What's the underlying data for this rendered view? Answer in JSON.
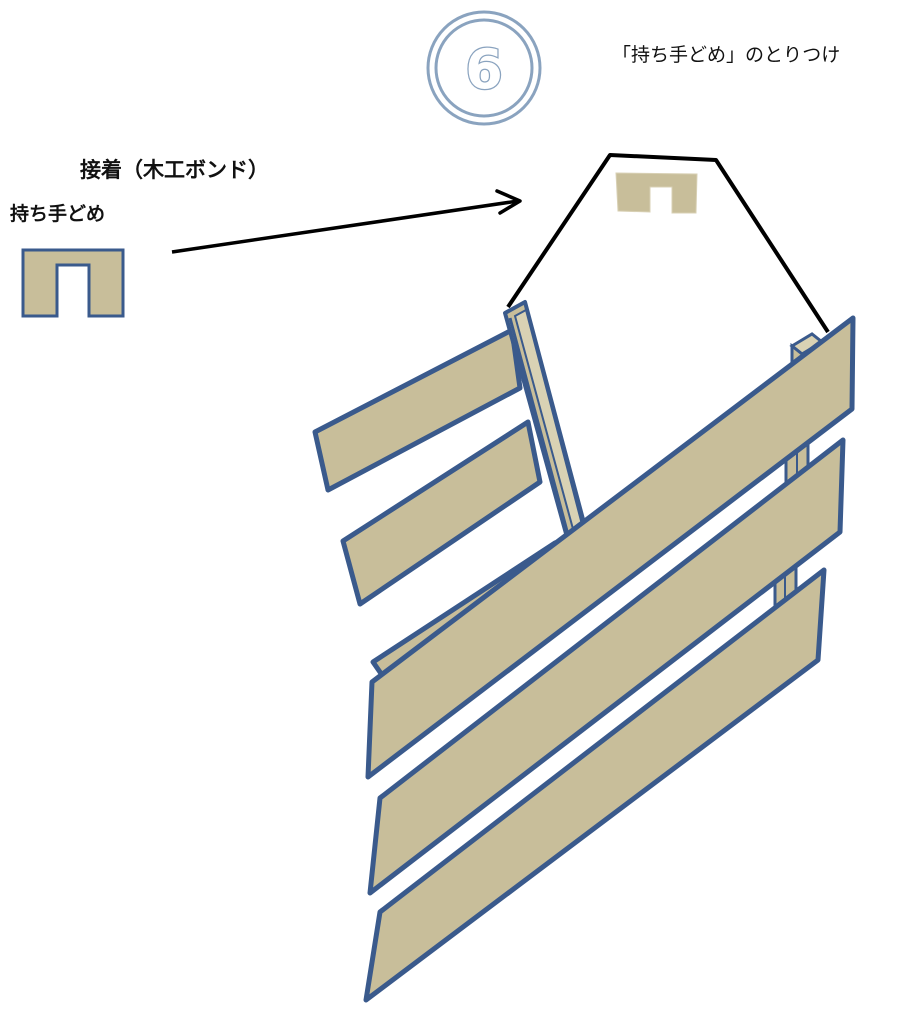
{
  "step": {
    "number": "6",
    "title": "「持ち手どめ」のとりつけ"
  },
  "labels": {
    "bond": "接着（木工ボンド）",
    "stopper": "持ち手どめ"
  },
  "colors": {
    "wood_fill": "#c8be9a",
    "board_stroke": "#3a5a8c",
    "circle_stroke": "#8aa3bf",
    "rope": "#000000"
  }
}
